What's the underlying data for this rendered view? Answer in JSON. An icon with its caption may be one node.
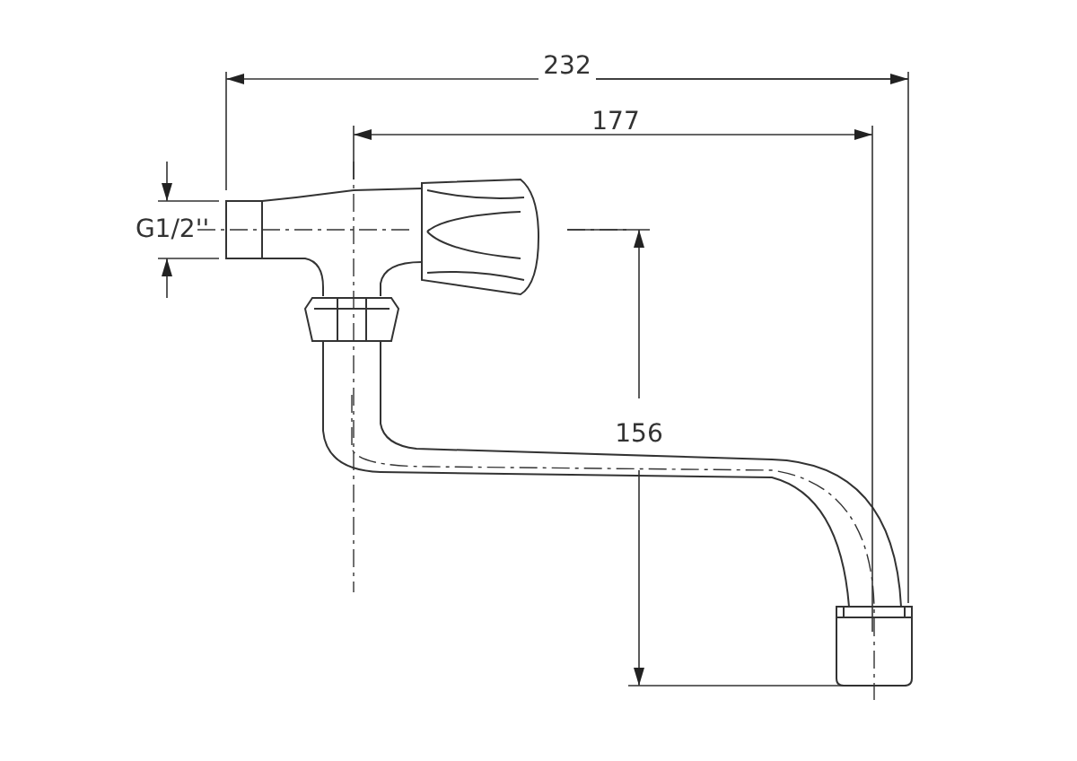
{
  "diagram": {
    "labels": [
      "232",
      "177",
      "G1/2''",
      "156"
    ]
  }
}
